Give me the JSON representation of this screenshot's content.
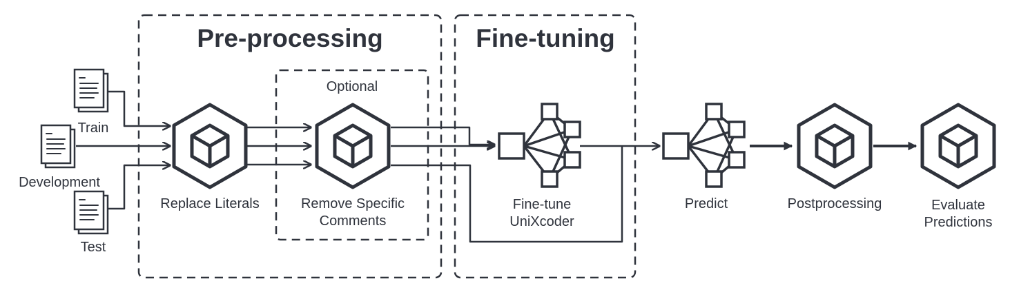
{
  "groups": {
    "preprocessing": {
      "title": "Pre-processing"
    },
    "finetuning": {
      "title": "Fine-tuning"
    },
    "optional": {
      "title": "Optional"
    }
  },
  "inputs": {
    "train": "Train",
    "development": "Development",
    "test": "Test"
  },
  "steps": {
    "replace_literals": "Replace Literals",
    "remove_comments": {
      "line1": "Remove Specific",
      "line2": "Comments"
    },
    "finetune": {
      "line1": "Fine-tune",
      "line2": "UniXcoder"
    },
    "predict": "Predict",
    "postprocessing": "Postprocessing",
    "evaluate": {
      "line1": "Evaluate",
      "line2": "Predictions"
    }
  },
  "colors": {
    "stroke": "#2f333c",
    "background": "#ffffff"
  }
}
